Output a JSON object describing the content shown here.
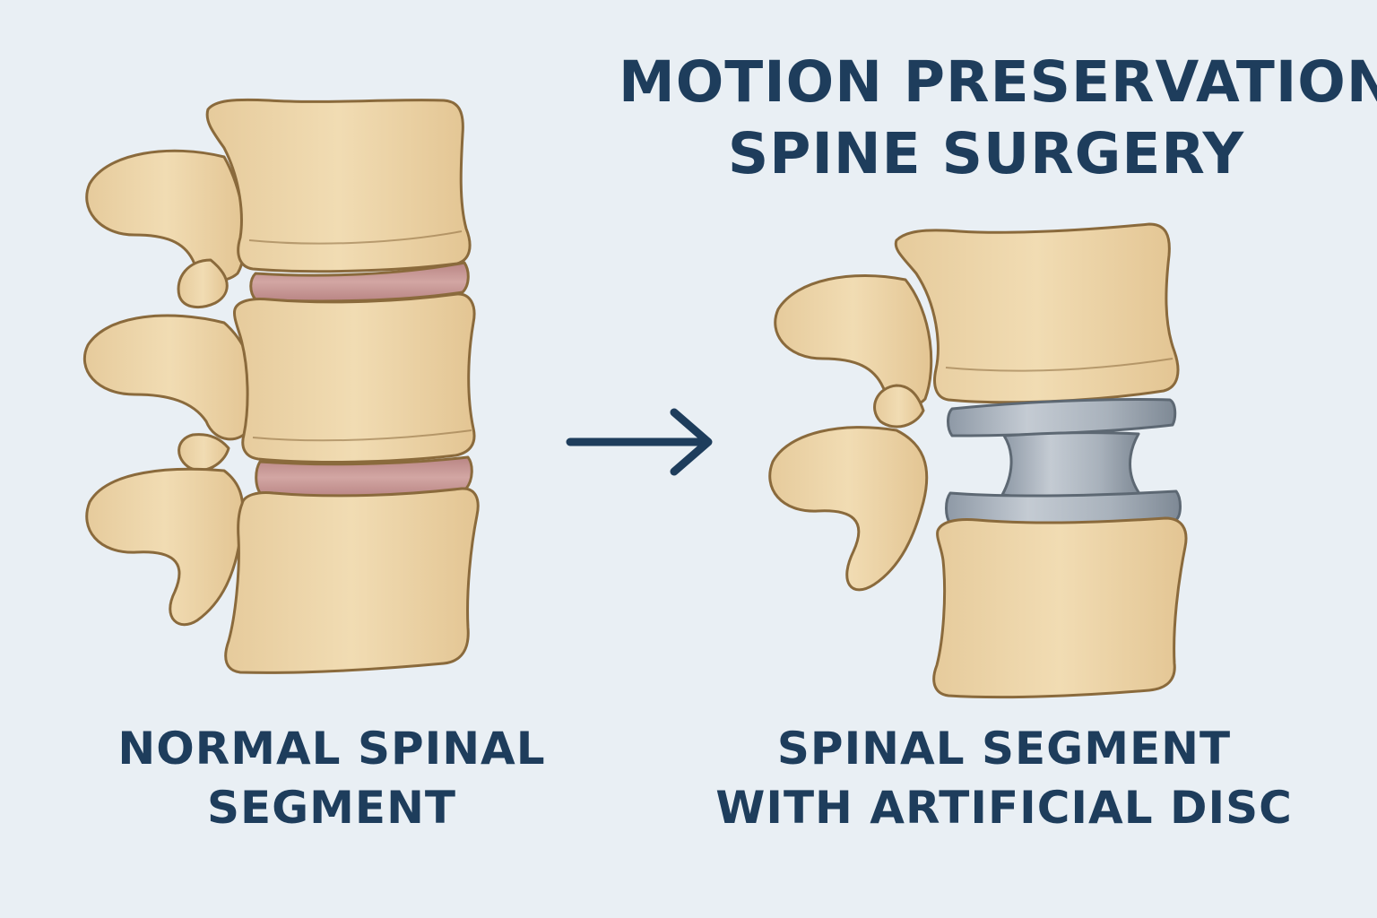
{
  "title": {
    "line1": "MOTION PRESERVATION",
    "line2": "SPINE SURGERY"
  },
  "left_panel": {
    "caption_line1": "NORMAL SPINAL",
    "caption_line2": "SEGMENT",
    "vertebrae_count": 3,
    "disc_count": 2
  },
  "right_panel": {
    "caption_line1": "SPINAL SEGMENT",
    "caption_line2": "WITH ARTIFICIAL DISC",
    "vertebrae_count": 2,
    "implant_count": 1
  },
  "icons": {
    "arrow": "arrow-right-icon"
  },
  "colors": {
    "background": "#e9eff4",
    "bone": "#ecd4a8",
    "bone_outline": "#8a6a3c",
    "disc": "#c99a98",
    "implant": "#aab3bd",
    "text": "#1e3d5c"
  }
}
